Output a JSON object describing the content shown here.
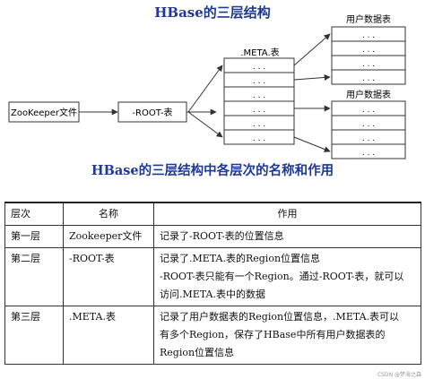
{
  "diagram": {
    "title": "HBase的三层结构",
    "zookeeper_label": "ZooKeeper文件",
    "root_label": "-ROOT-表",
    "meta_label": ".META.表",
    "user_label": "用户数据表",
    "dots": ". . ."
  },
  "table_title": "HBase的三层结构中各层次的名称和作用",
  "table": {
    "headers": [
      "层次",
      "名称",
      "作用"
    ],
    "rows": [
      {
        "level": "第一层",
        "name": "Zookeeper文件",
        "desc": [
          "记录了-ROOT-表的位置信息"
        ]
      },
      {
        "level": "第二层",
        "name": "-ROOT-表",
        "desc": [
          "记录了.META.表的Region位置信息",
          "-ROOT-表只能有一个Region。通过-ROOT-表，就可以",
          "访问.META.表中的数据"
        ]
      },
      {
        "level": "第三层",
        "name": ".META.表",
        "desc": [
          "记录了用户数据表的Region位置信息，.META.表可以",
          "有多个Region，保存了HBase中所有用户数据表的",
          "Region位置信息"
        ]
      }
    ]
  },
  "watermark": "CSDN @梦海之森"
}
